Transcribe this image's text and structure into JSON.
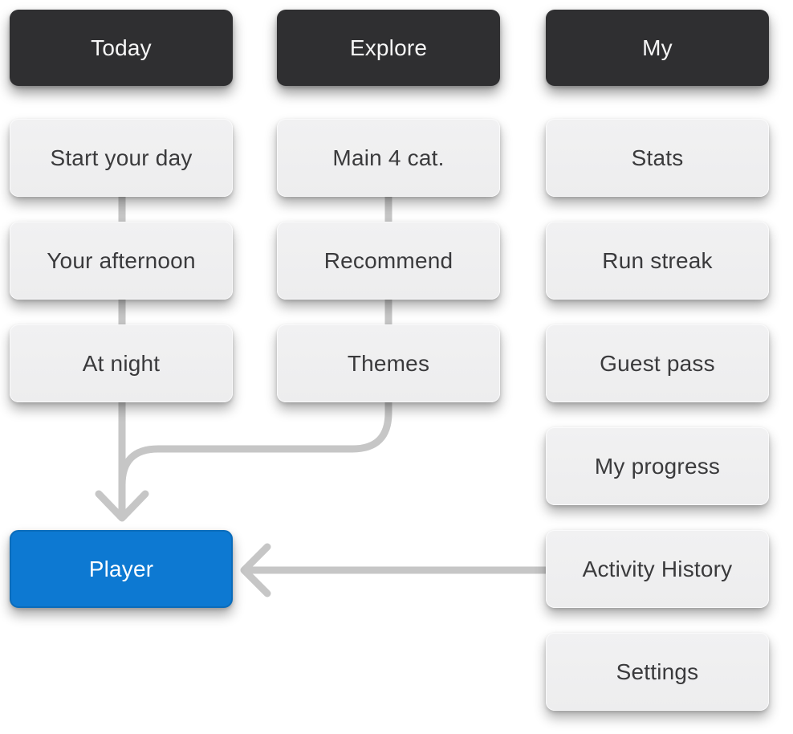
{
  "columns": [
    {
      "header": "Today",
      "items": [
        "Start your day",
        "Your afternoon",
        "At night"
      ]
    },
    {
      "header": "Explore",
      "items": [
        "Main 4 cat.",
        "Recommend",
        "Themes"
      ]
    },
    {
      "header": "My",
      "items": [
        "Stats",
        "Run streak",
        "Guest pass",
        "My progress",
        "Activity History",
        "Settings"
      ]
    }
  ],
  "player": {
    "label": "Player"
  },
  "connections": [
    {
      "from": "At night",
      "to": "Player",
      "style": "straight-down-arrow"
    },
    {
      "from": "Themes",
      "to": "Player",
      "style": "curve-left-merging-into-down-arrow"
    },
    {
      "from": "Activity History",
      "to": "Player",
      "style": "straight-left-arrow"
    }
  ],
  "colors": {
    "background": "#ffffff",
    "header_bg": "#2f2f31",
    "header_text": "#f7f7f7",
    "item_bg": "#efeff0",
    "item_text": "#3a3a3c",
    "player_bg": "#0d79d2",
    "player_border": "#0a6cbb",
    "player_text": "#ffffff",
    "connector": "#c6c6c6"
  }
}
